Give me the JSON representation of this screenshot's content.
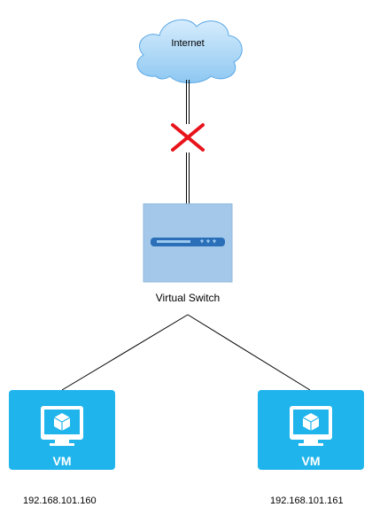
{
  "nodes": {
    "internet": {
      "label": "Internet"
    },
    "switch": {
      "label": "Virtual Switch"
    },
    "vm_left": {
      "label": "VM",
      "ip": "192.168.101.160"
    },
    "vm_right": {
      "label": "VM",
      "ip": "192.168.101.161"
    }
  },
  "links": [
    {
      "from": "internet",
      "to": "switch",
      "status": "disconnected"
    },
    {
      "from": "switch",
      "to": "vm_left"
    },
    {
      "from": "switch",
      "to": "vm_right"
    }
  ],
  "colors": {
    "cloud_fill": "#a8d4f5",
    "cloud_stroke": "#5aa8e6",
    "switch_fill": "#a4c8ea",
    "switch_bar": "#2a6fb8",
    "vm_fill": "#1fb4ec",
    "x_mark": "#e8131b",
    "line": "#000000"
  },
  "icons": {
    "internet": "cloud-icon",
    "switch": "network-switch-icon",
    "vm": "virtual-machine-monitor-icon",
    "disconnect": "x-mark-icon"
  }
}
